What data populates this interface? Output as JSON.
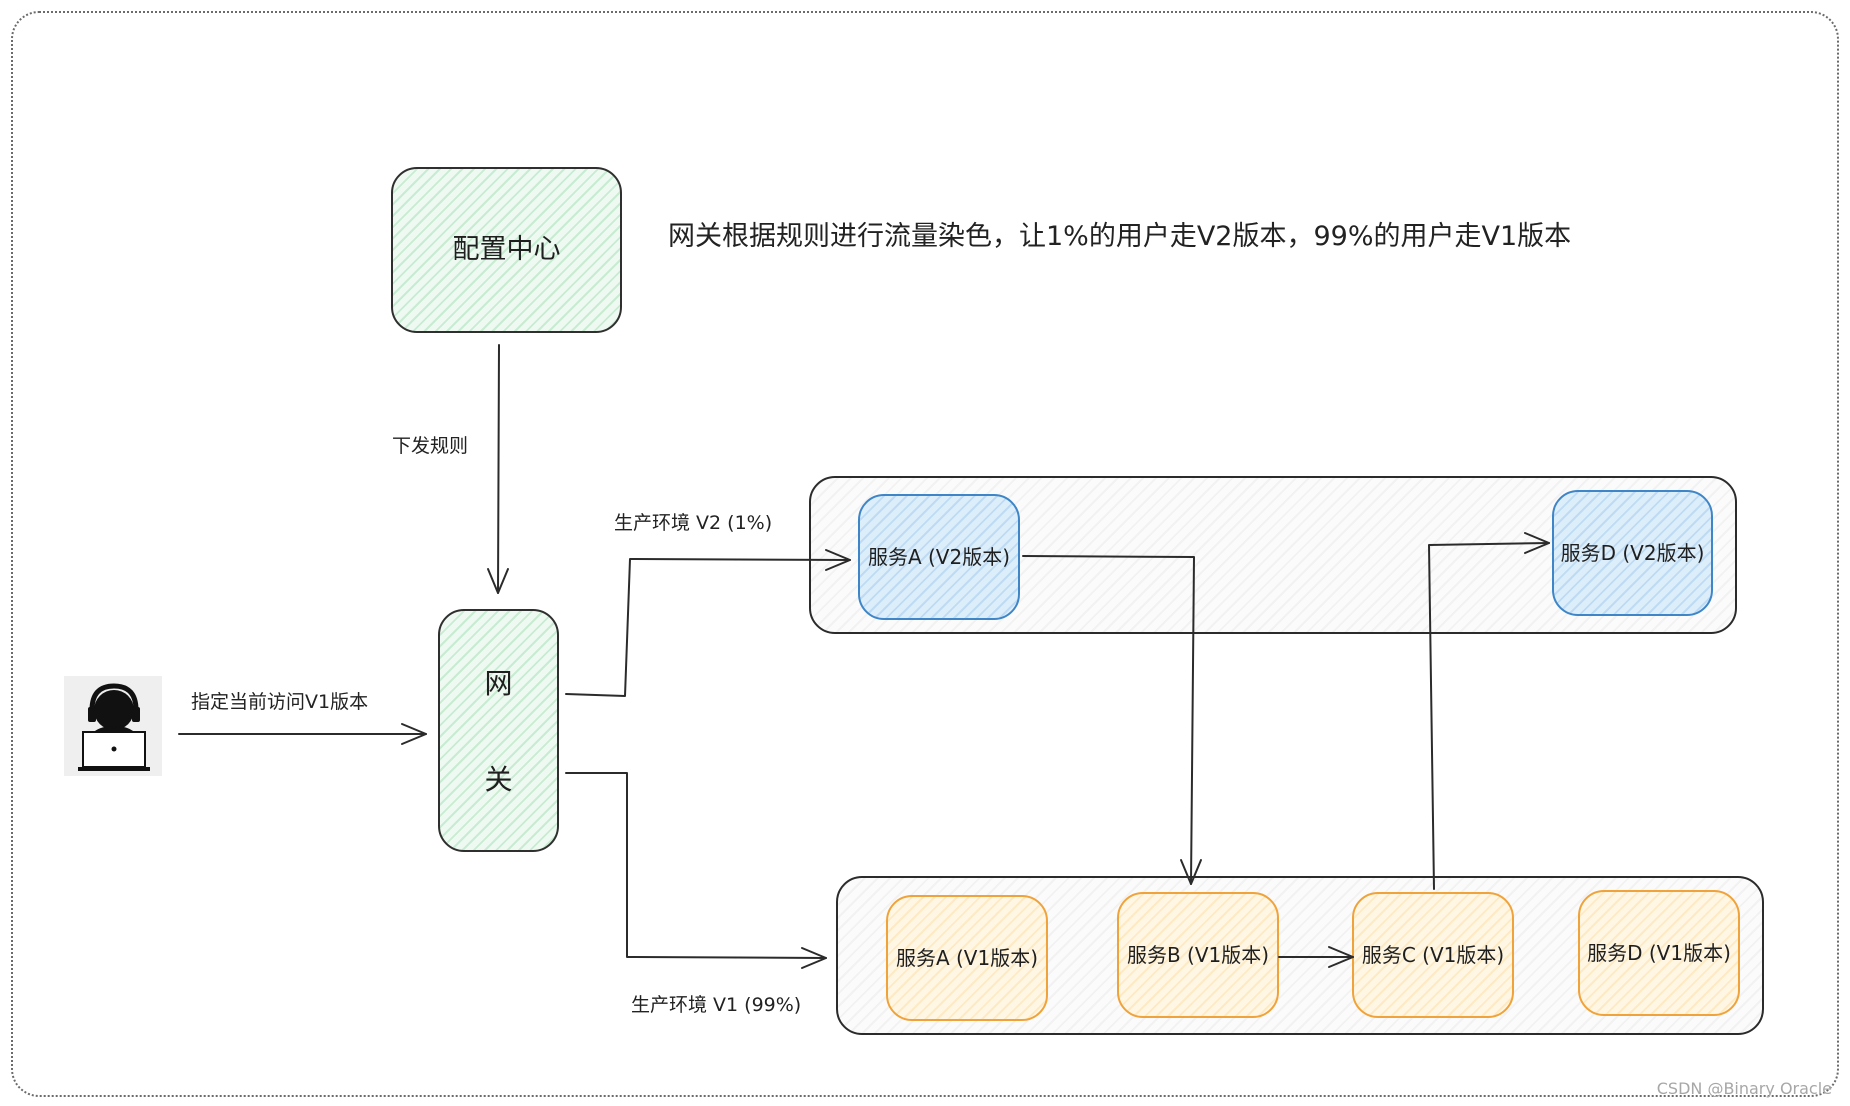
{
  "labels": {
    "config_center": "配置中心",
    "gateway_top": "网",
    "gateway_bottom": "关",
    "dispatch_rules": "下发规则",
    "user_request": "指定当前访问V1版本",
    "env_v2_route": "生产环境 V2 (1%)",
    "env_v1_route": "生产环境 V1  (99%)",
    "headline": "网关根据规则进行流量染色，让1%的用户走V2版本，99%的用户走V1版本",
    "watermark": "CSDN @Binary Oracle"
  },
  "services": {
    "v2": {
      "a": "服务A (V2版本)",
      "d": "服务D (V2版本)"
    },
    "v1": {
      "a": "服务A (V1版本)",
      "b": "服务B (V1版本)",
      "c": "服务C (V1版本)",
      "d": "服务D (V1版本)"
    }
  },
  "icons": {
    "user": "user-laptop-headset-icon"
  },
  "colors": {
    "green_fill": "#eefaf1",
    "blue_border": "#3f86c8",
    "blue_fill": "#ddeefb",
    "orange_border": "#f0a33a",
    "orange_fill": "#fff7e4",
    "line": "#2b2b2b",
    "frame": "#6b6b6b"
  }
}
